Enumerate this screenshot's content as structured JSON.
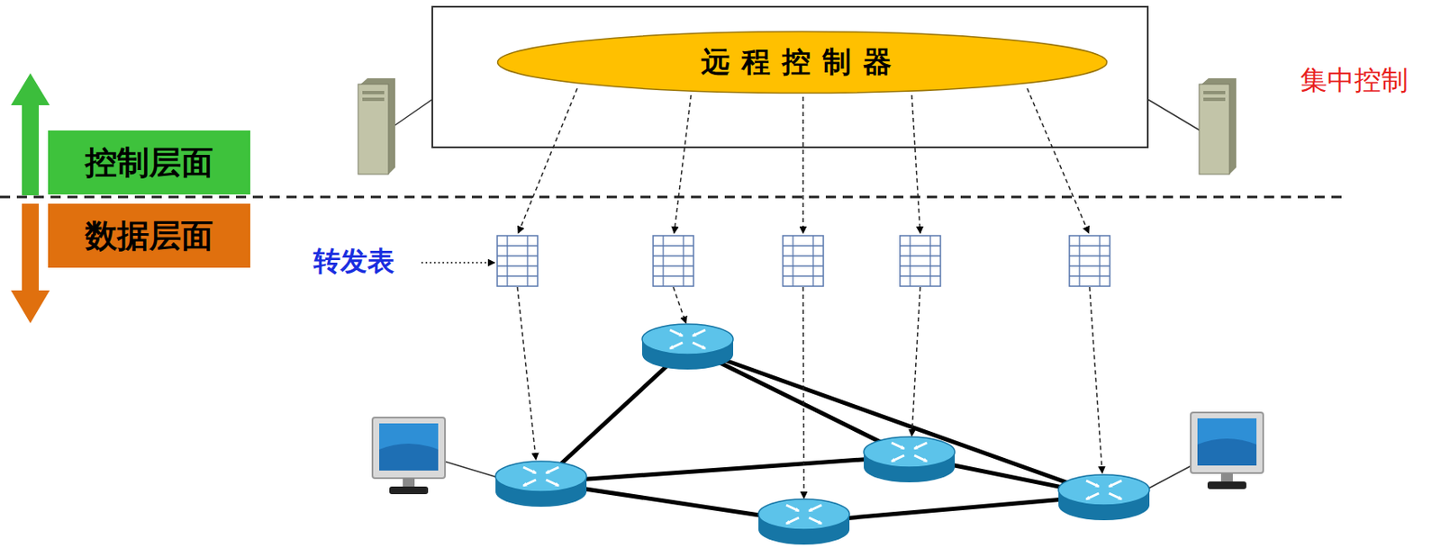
{
  "diagram": {
    "nodes": [
      {
        "text": [
          "远程控制器"
        ]
      },
      {
        "text": [
          "控制层面"
        ]
      },
      {
        "text": [
          "数据层面"
        ]
      }
    ],
    "labels": [
      "集中控制",
      "转发表"
    ]
  }
}
